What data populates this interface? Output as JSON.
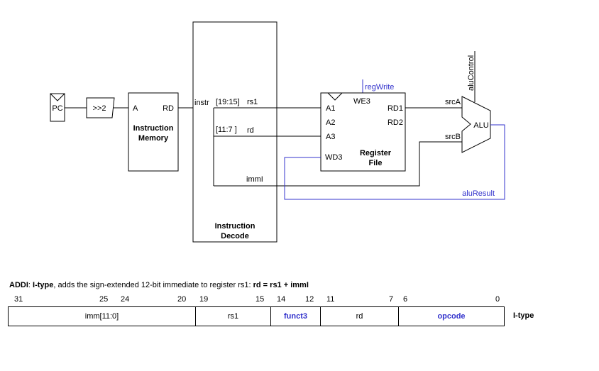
{
  "blocks": {
    "pc": "PC",
    "shift": ">>2",
    "imem": {
      "a": "A",
      "rd": "RD",
      "title1": "Instruction",
      "title2": "Memory"
    },
    "decode": {
      "instr": "instr",
      "title1": "Instruction",
      "title2": "Decode"
    },
    "regfile": {
      "a1": "A1",
      "a2": "A2",
      "a3": "A3",
      "wd3": "WD3",
      "we3": "WE3",
      "rd1": "RD1",
      "rd2": "RD2",
      "title1": "Register",
      "title2": "File"
    },
    "alu": "ALU"
  },
  "signals": {
    "bits_19_15": "[19:15]",
    "rs1": "rs1",
    "bits_11_7": "[11:7  ]",
    "rd": "rd",
    "imm": "immI",
    "regWrite": "regWrite",
    "srcA": "srcA",
    "srcB": "srcB",
    "aluControl": "aluControl",
    "aluResult": "aluResult"
  },
  "caption": {
    "name": "ADDI",
    "type": "I-type",
    "text": ", adds the sign-extended 12-bit immediate to register rs1: ",
    "formula": "rd = rs1 + immI"
  },
  "format": {
    "bits": [
      "31",
      "25",
      "24",
      "20",
      "19",
      "15",
      "14",
      "12",
      "11",
      "7",
      "6",
      "0"
    ],
    "fields": [
      "imm[11:0]",
      "rs1",
      "funct3",
      "rd",
      "opcode"
    ],
    "type_label": "I-type"
  },
  "colors": {
    "signal": "#3333cc",
    "line": "#000000"
  }
}
